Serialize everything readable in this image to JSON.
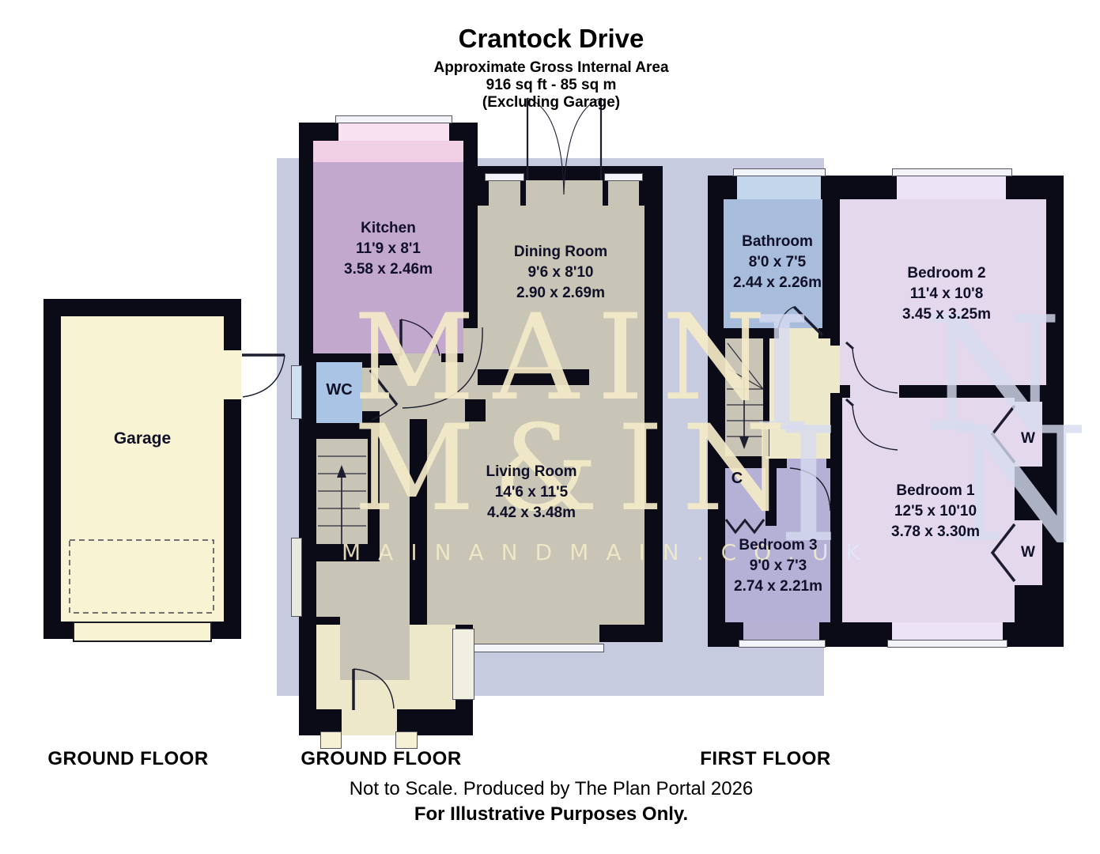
{
  "header": {
    "title": "Crantock Drive",
    "line1": "Approximate Gross Internal Area",
    "line2": "916 sq ft - 85 sq m",
    "line3": "(Excluding Garage)"
  },
  "rooms": {
    "garage": {
      "name": "Garage"
    },
    "kitchen": {
      "name": "Kitchen",
      "imperial": "11'9 x 8'1",
      "metric": "3.58 x 2.46m"
    },
    "dining_room": {
      "name": "Dining Room",
      "imperial": "9'6 x 8'10",
      "metric": "2.90 x 2.69m"
    },
    "wc": {
      "name": "WC"
    },
    "living_room": {
      "name": "Living Room",
      "imperial": "14'6 x 11'5",
      "metric": "4.42 x 3.48m"
    },
    "bathroom": {
      "name": "Bathroom",
      "imperial": "8'0 x 7'5",
      "metric": "2.44 x 2.26m"
    },
    "bedroom_2": {
      "name": "Bedroom 2",
      "imperial": "11'4 x 10'8",
      "metric": "3.45 x 3.25m"
    },
    "bedroom_1": {
      "name": "Bedroom 1",
      "imperial": "12'5 x 10'10",
      "metric": "3.78 x 3.30m"
    },
    "bedroom_3": {
      "name": "Bedroom 3",
      "imperial": "9'0 x 7'3",
      "metric": "2.74 x 2.21m"
    },
    "cupboard": {
      "name": "C"
    },
    "wardrobe": {
      "name": "W"
    }
  },
  "floor_labels": {
    "garage": "GROUND FLOOR",
    "house": "GROUND FLOOR",
    "first": "FIRST FLOOR"
  },
  "footer": {
    "line1": "Not to Scale. Produced by The Plan Portal 2026",
    "line2": "For Illustrative Purposes Only."
  },
  "watermark": {
    "line1": "MAIN",
    "line2": "M&IN",
    "url": "MAINANDMAIN.CO.UK"
  },
  "colors": {
    "wall": "#0b0b18",
    "overlay": "#c6cbe0",
    "garage_fill": "#f8f3d2",
    "kitchen_pink": "#f1cfe4",
    "kitchen_mauve": "#c3a8ce",
    "room_tan": "#c8c4b6",
    "wc_blue": "#a9c4e4",
    "bathroom_blue": "#a8bddc",
    "bedroom_lavender": "#e4d9ec",
    "bedroom3_tinted": "#b5b0d5",
    "landing_cream": "#eee8cb",
    "watermark_cream": "#f3eac7",
    "watermark_light": "#d6dbf0"
  }
}
